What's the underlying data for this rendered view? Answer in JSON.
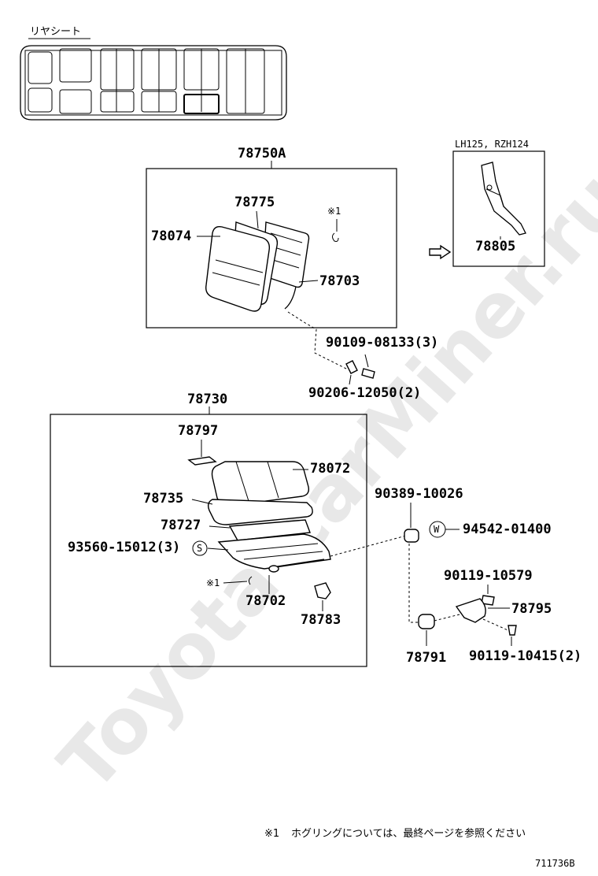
{
  "header": {
    "title": "リヤシート"
  },
  "watermark": "Toyota-carMiner.ru",
  "footnote": {
    "mark": "※1",
    "text": "ホグリングについては、最終ページを参照ください"
  },
  "drawing_id": "711736B",
  "assemblies": {
    "back": "78750A",
    "cushion": "78730"
  },
  "variant_box": {
    "models": "LH125, RZH124",
    "part": "78805"
  },
  "parts": {
    "p78775": "78775",
    "p78074": "78074",
    "p78703": "78703",
    "hogring_top": "※1",
    "p90109": "90109-08133(3)",
    "p90206": "90206-12050(2)",
    "p78797": "78797",
    "p78072": "78072",
    "p78735": "78735",
    "p78727": "78727",
    "p93560": "93560-15012(3)",
    "s_mark": "S",
    "hogring_bottom": "※1",
    "p78702": "78702",
    "p78783": "78783",
    "p90389": "90389-10026",
    "w_mark": "W",
    "p94542": "94542-01400",
    "p90119a": "90119-10579",
    "p78795": "78795",
    "p78791": "78791",
    "p90119b": "90119-10415(2)"
  }
}
